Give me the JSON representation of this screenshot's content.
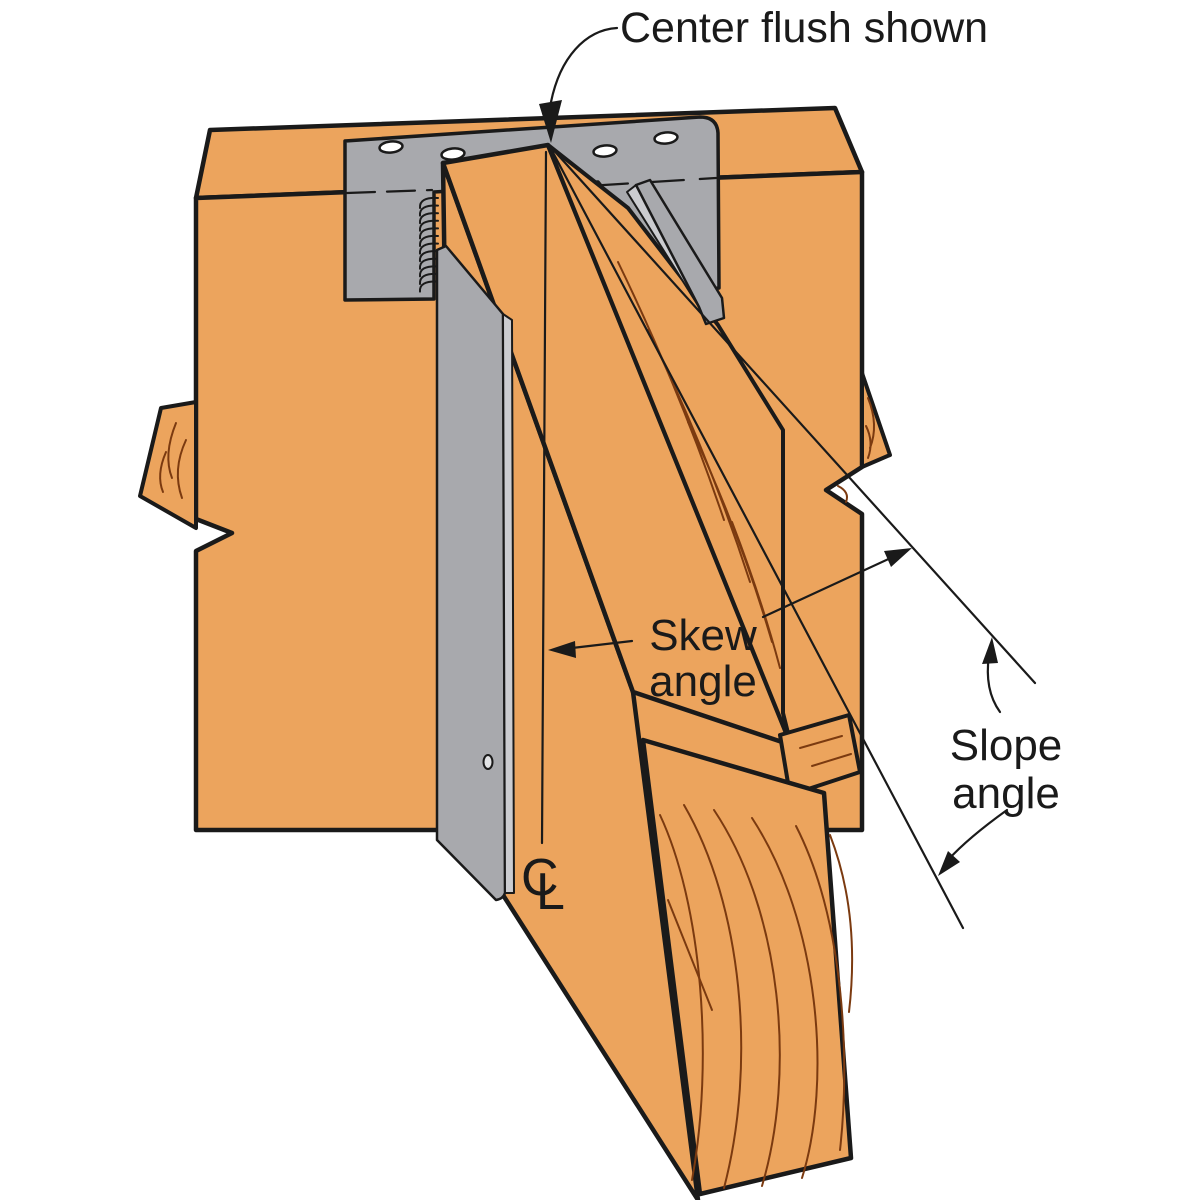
{
  "figure": {
    "background": "#FFFFFF",
    "colors": {
      "background": "#FFFFFF",
      "wood": "#ECA45D",
      "metal": "#A8A9AD",
      "metal_light": "#CBCCD0",
      "outline": "#1A1A1A",
      "grain": "#7B3A10",
      "text": "#1A1A1A"
    },
    "labels": {
      "center_flush_shown": "Center flush shown",
      "skew_angle_line1": "Skew",
      "skew_angle_line2": "angle",
      "slope_angle_line1": "Slope",
      "slope_angle_line2": "angle",
      "centerline_c": "C",
      "centerline_l": "L"
    }
  }
}
